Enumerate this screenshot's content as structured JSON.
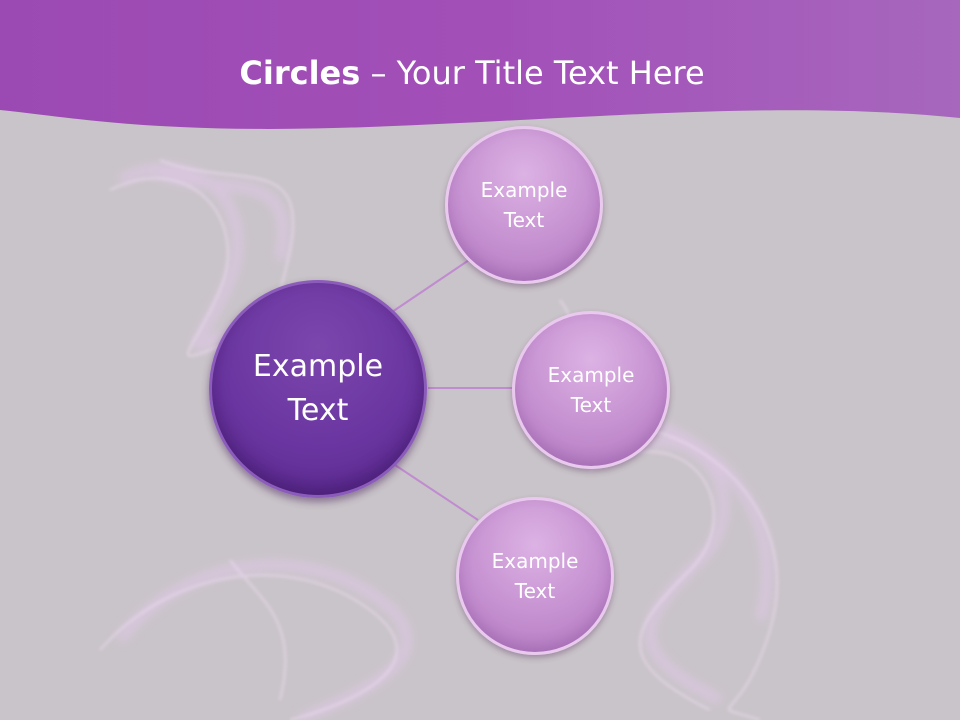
{
  "title": {
    "bold": "Circles",
    "rest": " – Your Title Text Here"
  },
  "center_node": {
    "line1": "Example",
    "line2": "Text"
  },
  "nodes": [
    {
      "line1": "Example",
      "line2": "Text"
    },
    {
      "line1": "Example",
      "line2": "Text"
    },
    {
      "line1": "Example",
      "line2": "Text"
    }
  ],
  "colors": {
    "header": "#a04fb6",
    "background": "#c9c4c9",
    "center_fill": "#6a35a0",
    "node_fill": "#c590d0",
    "connector": "#c08bd0"
  }
}
